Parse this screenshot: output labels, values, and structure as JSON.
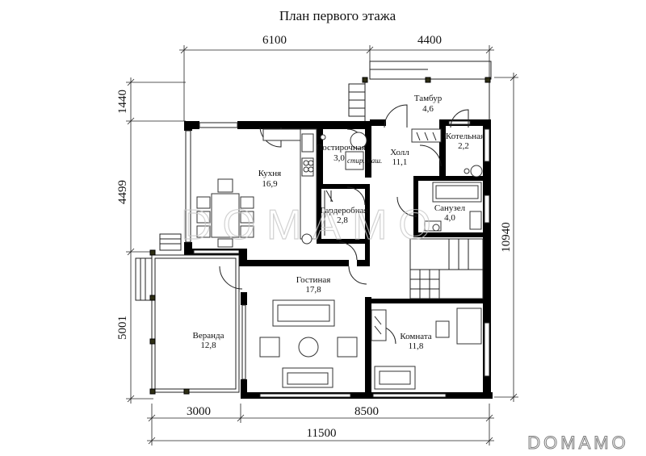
{
  "title": "План первого этажа",
  "dimensions": {
    "top_left": "6100",
    "top_right": "4400",
    "bottom_left": "3000",
    "bottom_right": "8500",
    "bottom_total": "11500",
    "left_top": "1440",
    "left_middle": "4499",
    "left_bottom": "5001",
    "right_total": "10940"
  },
  "rooms": [
    {
      "name": "Тамбур",
      "area": "4,6"
    },
    {
      "name": "Котельная",
      "area": "2,2"
    },
    {
      "name": "Холл",
      "area": "11,1"
    },
    {
      "name": "Постирочная",
      "area": "3,0"
    },
    {
      "name": "Кухня",
      "area": "16,9"
    },
    {
      "name": "Гардеробная",
      "area": "2,8"
    },
    {
      "name": "Санузел",
      "area": "4,0"
    },
    {
      "name": "Гостиная",
      "area": "17,8"
    },
    {
      "name": "Веранда",
      "area": "12,8"
    },
    {
      "name": "Комната",
      "area": "11,8"
    }
  ],
  "appliance_label": "стир. маш.",
  "watermark": "DOMAMO",
  "brand": "DOMAMO"
}
